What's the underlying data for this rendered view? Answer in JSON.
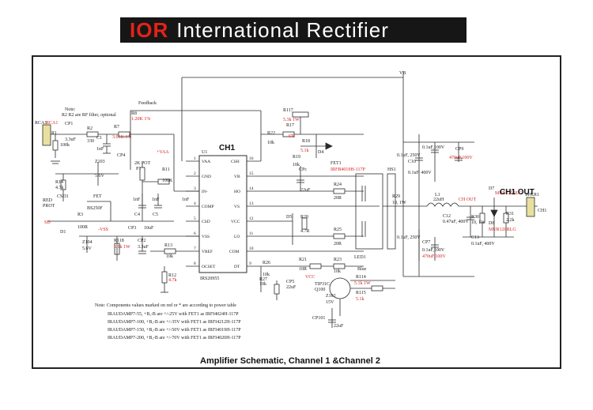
{
  "header": {
    "logo": "IOR",
    "company": "International Rectifier"
  },
  "ic": {
    "name": "CH1",
    "ref": "U1",
    "part": "IRS20955",
    "left_pins": [
      {
        "num": "1",
        "name": "VAA"
      },
      {
        "num": "2",
        "name": "GND"
      },
      {
        "num": "3",
        "name": "IN-"
      },
      {
        "num": "4",
        "name": "COMP"
      },
      {
        "num": "5",
        "name": "CSD"
      },
      {
        "num": "6",
        "name": "VSS"
      },
      {
        "num": "7",
        "name": "VREF"
      },
      {
        "num": "8",
        "name": "OCSET"
      }
    ],
    "right_pins": [
      {
        "num": "16",
        "name": "CSH"
      },
      {
        "num": "15",
        "name": "VB"
      },
      {
        "num": "14",
        "name": "HO"
      },
      {
        "num": "13",
        "name": "VS"
      },
      {
        "num": "12",
        "name": "VCC"
      },
      {
        "num": "11",
        "name": "LO"
      },
      {
        "num": "10",
        "name": "COM"
      },
      {
        "num": "9",
        "name": "DT"
      }
    ]
  },
  "labels": {
    "vb": "VB",
    "note_top1": "Note:",
    "note_top2": "R2  R2 are RF filter, optional",
    "feedback": "Feedback",
    "r8": "R8",
    "r8v": "1.20K 1%",
    "rca1": "RCA1",
    "rca1b": "RCA1",
    "cp1": "CP1",
    "cp1v": "3.3uF",
    "r1": "R1",
    "r1v": "100k",
    "r2": "R2",
    "r2v": "330",
    "r7": "R7",
    "r7v": "3.01K 1%",
    "c1": "C1",
    "c1v": "1nF",
    "r14": "R14",
    "r14v": "4.7k",
    "z103": "Z103",
    "z103v": "5.6V",
    "cp4": "CP4",
    "pot": "2K POT",
    "p1": "P1",
    "r11": "R11",
    "r11v": "100K",
    "vaa": "+VAA",
    "csd1": "CSD1",
    "red_prot1": "RED",
    "red_prot2": "PROT",
    "fet": "FET",
    "fetp": "BS250F",
    "d1": "D1",
    "sd": "SD",
    "r3": "R3",
    "r3v": "100R",
    "vss": "-VSS",
    "z104": "Z104",
    "z104v": "5.6V",
    "r118": "R118",
    "r118v": "5.1k 1W",
    "cp2": "CP2",
    "cp2v": "3.3uF",
    "cp3": "CP3",
    "cp3v": "10uF",
    "r13": "R13",
    "r13v": "10k",
    "r12": "R12",
    "r12v": "4.7k",
    "c4": "C4",
    "c5": "C5",
    "c4v": "1nF",
    "c5v": "1nF",
    "cv2": "1nF",
    "r117": "R117",
    "r117v": "5.3k 1W",
    "r22": "R22",
    "r22v": "10k",
    "r17": "R17",
    "r17v": "47k",
    "r18": "R18",
    "r18v": "5.1k",
    "d4": "D4",
    "r19": "R19",
    "r19v": "10k",
    "cpc": "CPc",
    "cpcv": "22uF",
    "fet1": "FET1",
    "fet1p": "IRFB4019H-117P",
    "r24": "R24",
    "r24v": "20R",
    "hs1": "HS1",
    "r20": "R20",
    "r20v": "4.7R",
    "d5": "D5",
    "r25": "R25",
    "r25v": "20R",
    "r26": "R26",
    "r26v": "10k",
    "r27": "R27",
    "r27v": "10k",
    "cp5": "CP5",
    "cp5v": "22uF",
    "r21": "R21",
    "r21v": "10R",
    "r23": "R23",
    "r23v": "10k",
    "led1": "LED1",
    "led1c": "Blue",
    "vcc": "VCC",
    "q100": "TIP31C",
    "q100b": "Q100",
    "r114": "R114",
    "r114v": "5.1k 1W",
    "r115": "R115",
    "r115v": "5.1k",
    "cp101": "CP101",
    "cp101v": "22uF",
    "z102": "Z102",
    "z102v": "15V",
    "l1": "L1",
    "l1v": "22uH",
    "ch_out": "CH OUT",
    "c12": "C12",
    "c12v": "0.47uF, 400V",
    "r30": "R30",
    "r30v": "10, 1W",
    "c13": "C13",
    "c13v": "0.1uF, 400V",
    "d7": "D7",
    "d7p": "MUR120RLG",
    "d8": "D8",
    "d8p": "MUR120RLG",
    "r31": "R31",
    "r31v": "2.2k",
    "ch1out": "CH1  OUT",
    "spkr": "SPKR1",
    "jch": "CH1",
    "cvp": "0.1uF,100V",
    "cp9": "CP9",
    "cp9v": "470uF,100V",
    "c10": "C10",
    "c10v": "0.1uF, 400V",
    "r29": "R29",
    "r29v": "10, 1W",
    "cvs": "0.1uF,100V",
    "cp7": "CP7",
    "cp7v": "470uF,100V",
    "cv250": "0.1uF, 250V",
    "cv250b": "0.1uF, 250V"
  },
  "note": {
    "intro": "Note: Components values marked on red or * are according to power table",
    "lines": [
      "IRAUDAMP7-55,  +B,-B are +/-25V  with FET1 as IRFI4024H-117P",
      "IRAUDAMP7-100, +B,-B are +/-35V  with FET1 as IRFI4212H-117P",
      "IRAUDAMP7-150, +B,-B are +/-50V  with FET1 as IRFI4019H-117P",
      "IRAUDAMP7-200, +B,-B are +/-70V  with FET1 as IRFI4020H-117P"
    ]
  },
  "caption": "Amplifier Schematic,  Channel 1   &Channel 2",
  "colors": {
    "line": "#2b2b2b",
    "red_text": "#d42020",
    "banner_bg": "#161616",
    "logo": "#e2231a"
  }
}
